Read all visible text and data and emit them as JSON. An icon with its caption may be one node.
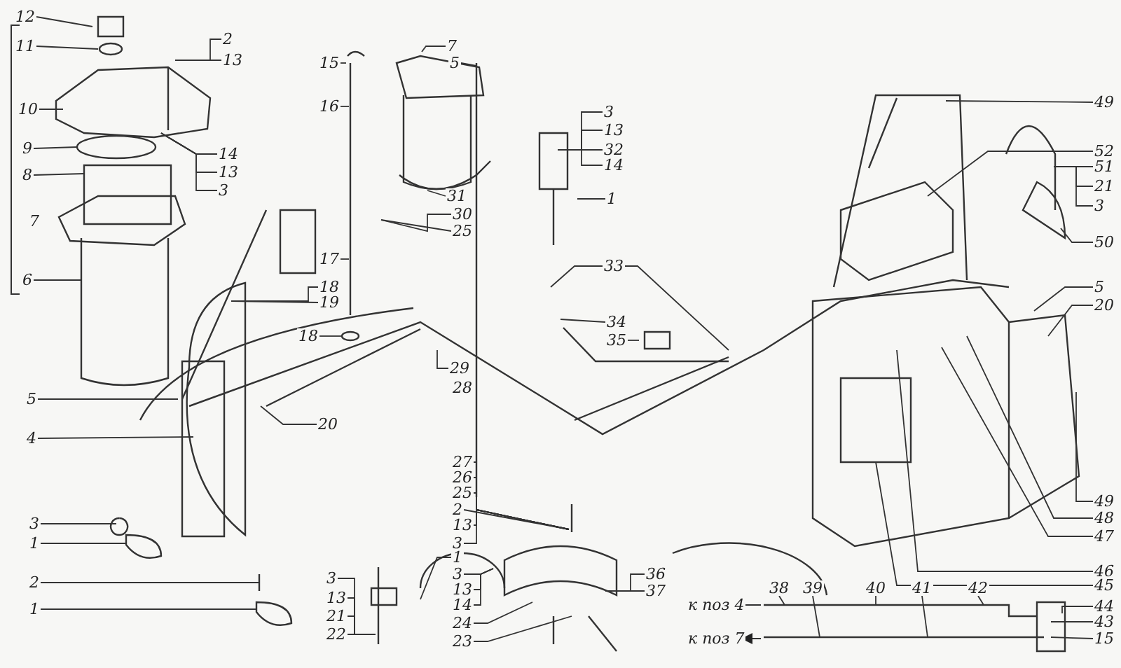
{
  "diagram": {
    "nodes": [
      {
        "text": [
          "12"
        ]
      },
      {
        "text": [
          "11"
        ]
      },
      {
        "text": [
          "10"
        ]
      },
      {
        "text": [
          "9"
        ]
      },
      {
        "text": [
          "8"
        ]
      },
      {
        "text": [
          "6"
        ]
      },
      {
        "text": [
          "2"
        ]
      },
      {
        "text": [
          "13"
        ]
      },
      {
        "text": [
          "14"
        ]
      },
      {
        "text": [
          "13"
        ]
      },
      {
        "text": [
          "3"
        ]
      },
      {
        "text": [
          "15"
        ]
      },
      {
        "text": [
          "16"
        ]
      },
      {
        "text": [
          "17"
        ]
      },
      {
        "text": [
          "18"
        ]
      },
      {
        "text": [
          "19"
        ]
      },
      {
        "text": [
          "18"
        ]
      },
      {
        "text": [
          "7"
        ]
      },
      {
        "text": [
          "5"
        ]
      },
      {
        "text": [
          "31"
        ]
      },
      {
        "text": [
          "30"
        ]
      },
      {
        "text": [
          "25"
        ]
      },
      {
        "text": [
          "3"
        ]
      },
      {
        "text": [
          "13"
        ]
      },
      {
        "text": [
          "32"
        ]
      },
      {
        "text": [
          "14"
        ]
      },
      {
        "text": [
          "1"
        ]
      },
      {
        "text": [
          "33"
        ]
      },
      {
        "text": [
          "34"
        ]
      },
      {
        "text": [
          "35"
        ]
      },
      {
        "text": [
          "20"
        ]
      },
      {
        "text": [
          "29"
        ]
      },
      {
        "text": [
          "5"
        ]
      },
      {
        "text": [
          "4"
        ]
      },
      {
        "text": [
          "3"
        ]
      },
      {
        "text": [
          "1"
        ]
      },
      {
        "text": [
          "2"
        ]
      },
      {
        "text": [
          "1"
        ]
      },
      {
        "text": [
          "3"
        ]
      },
      {
        "text": [
          "13"
        ]
      },
      {
        "text": [
          "21"
        ]
      },
      {
        "text": [
          "22"
        ]
      },
      {
        "text": [
          "27"
        ]
      },
      {
        "text": [
          "26"
        ]
      },
      {
        "text": [
          "25"
        ]
      },
      {
        "text": [
          "2"
        ]
      },
      {
        "text": [
          "13"
        ]
      },
      {
        "text": [
          "3"
        ]
      },
      {
        "text": [
          "1"
        ]
      },
      {
        "text": [
          "3"
        ]
      },
      {
        "text": [
          "13"
        ]
      },
      {
        "text": [
          "14"
        ]
      },
      {
        "text": [
          "24"
        ]
      },
      {
        "text": [
          "23"
        ]
      },
      {
        "text": [
          "36"
        ]
      },
      {
        "text": [
          "37"
        ]
      },
      {
        "text": [
          "49"
        ]
      },
      {
        "text": [
          "52"
        ]
      },
      {
        "text": [
          "51"
        ]
      },
      {
        "text": [
          "21"
        ]
      },
      {
        "text": [
          "3"
        ]
      },
      {
        "text": [
          "50"
        ]
      },
      {
        "text": [
          "5"
        ]
      },
      {
        "text": [
          "20"
        ]
      },
      {
        "text": [
          "49"
        ]
      },
      {
        "text": [
          "48"
        ]
      },
      {
        "text": [
          "47"
        ]
      },
      {
        "text": [
          "46"
        ]
      },
      {
        "text": [
          "45"
        ]
      },
      {
        "text": [
          "38"
        ]
      },
      {
        "text": [
          "39"
        ]
      },
      {
        "text": [
          "40"
        ]
      },
      {
        "text": [
          "41"
        ]
      },
      {
        "text": [
          "42"
        ]
      },
      {
        "text": [
          "44"
        ]
      },
      {
        "text": [
          "43"
        ]
      },
      {
        "text": [
          "15"
        ]
      },
      {
        "text": [
          "28"
        ]
      }
    ],
    "edges": [
      {
        "from": 0,
        "to": null,
        "arrow": "none"
      },
      {
        "from": 1,
        "to": null,
        "arrow": "none"
      },
      {
        "from": 2,
        "to": null,
        "arrow": "none"
      },
      {
        "from": 3,
        "to": null,
        "arrow": "none"
      },
      {
        "from": 4,
        "to": null,
        "arrow": "none"
      },
      {
        "from": 5,
        "to": null,
        "arrow": "none"
      },
      {
        "from": 6,
        "to": null,
        "arrow": "none"
      },
      {
        "from": 7,
        "to": null,
        "arrow": "none"
      },
      {
        "from": 8,
        "to": null,
        "arrow": "none"
      },
      {
        "from": 9,
        "to": null,
        "arrow": "none"
      },
      {
        "from": 10,
        "to": null,
        "arrow": "none"
      },
      {
        "from": 11,
        "to": null,
        "arrow": "none"
      },
      {
        "from": 12,
        "to": null,
        "arrow": "none"
      },
      {
        "from": 13,
        "to": null,
        "arrow": "none"
      },
      {
        "from": 14,
        "to": null,
        "arrow": "none"
      },
      {
        "from": 15,
        "to": null,
        "arrow": "none"
      },
      {
        "from": 16,
        "to": null,
        "arrow": "none"
      },
      {
        "from": 17,
        "to": null,
        "arrow": "none"
      },
      {
        "from": 18,
        "to": null,
        "arrow": "none"
      },
      {
        "from": 19,
        "to": null,
        "arrow": "none"
      },
      {
        "from": 20,
        "to": null,
        "arrow": "none"
      },
      {
        "from": 21,
        "to": null,
        "arrow": "none"
      },
      {
        "from": 22,
        "to": null,
        "arrow": "none"
      },
      {
        "from": 23,
        "to": null,
        "arrow": "none"
      },
      {
        "from": 24,
        "to": null,
        "arrow": "none"
      },
      {
        "from": 25,
        "to": null,
        "arrow": "none"
      },
      {
        "from": 26,
        "to": null,
        "arrow": "none"
      },
      {
        "from": 27,
        "to": null,
        "arrow": "none"
      },
      {
        "from": 27,
        "to": null,
        "arrow": "none"
      },
      {
        "from": 28,
        "to": null,
        "arrow": "none"
      },
      {
        "from": 29,
        "to": null,
        "arrow": "none"
      },
      {
        "from": 30,
        "to": null,
        "arrow": "none"
      },
      {
        "from": 31,
        "to": null,
        "arrow": "none"
      },
      {
        "from": 32,
        "to": null,
        "arrow": "none"
      },
      {
        "from": 33,
        "to": null,
        "arrow": "none"
      },
      {
        "from": 34,
        "to": null,
        "arrow": "none"
      },
      {
        "from": 35,
        "to": null,
        "arrow": "none"
      },
      {
        "from": 36,
        "to": null,
        "arrow": "none"
      },
      {
        "from": 37,
        "to": null,
        "arrow": "none"
      },
      {
        "from": 38,
        "to": null,
        "arrow": "none"
      },
      {
        "from": 39,
        "to": null,
        "arrow": "none"
      },
      {
        "from": 40,
        "to": null,
        "arrow": "none"
      },
      {
        "from": 41,
        "to": null,
        "arrow": "none"
      },
      {
        "from": 42,
        "to": null,
        "arrow": "none"
      },
      {
        "from": 43,
        "to": null,
        "arrow": "none"
      },
      {
        "from": 44,
        "to": null,
        "arrow": "none"
      },
      {
        "from": 45,
        "to": null,
        "arrow": "none"
      },
      {
        "from": 46,
        "to": null,
        "arrow": "none"
      },
      {
        "from": 47,
        "to": null,
        "arrow": "none"
      },
      {
        "from": 48,
        "to": null,
        "arrow": "none"
      },
      {
        "from": 49,
        "to": null,
        "arrow": "none"
      },
      {
        "from": 50,
        "to": null,
        "arrow": "none"
      },
      {
        "from": 51,
        "to": null,
        "arrow": "none"
      },
      {
        "from": 52,
        "to": null,
        "arrow": "none"
      },
      {
        "from": 53,
        "to": null,
        "arrow": "none"
      },
      {
        "from": 54,
        "to": null,
        "arrow": "none"
      },
      {
        "from": 55,
        "to": null,
        "arrow": "none"
      },
      {
        "from": 56,
        "to": null,
        "arrow": "none"
      },
      {
        "from": 57,
        "to": null,
        "arrow": "none"
      },
      {
        "from": 58,
        "to": null,
        "arrow": "none"
      },
      {
        "from": 59,
        "to": null,
        "arrow": "none"
      },
      {
        "from": 60,
        "to": null,
        "arrow": "none"
      },
      {
        "from": 61,
        "to": null,
        "arrow": "none"
      },
      {
        "from": 62,
        "to": null,
        "arrow": "none"
      },
      {
        "from": 63,
        "to": null,
        "arrow": "none"
      },
      {
        "from": 64,
        "to": null,
        "arrow": "none"
      },
      {
        "from": 65,
        "to": null,
        "arrow": "none"
      },
      {
        "from": 66,
        "to": null,
        "arrow": "none"
      },
      {
        "from": 67,
        "to": null,
        "arrow": "none"
      },
      {
        "from": 68,
        "to": null,
        "arrow": "none"
      },
      {
        "from": 69,
        "to": null,
        "arrow": "none"
      },
      {
        "from": 70,
        "to": null,
        "arrow": "none"
      },
      {
        "from": 71,
        "to": null,
        "arrow": "none"
      },
      {
        "from": 72,
        "to": null,
        "arrow": "none"
      },
      {
        "from": 73,
        "to": null,
        "arrow": "none"
      },
      {
        "from": 74,
        "to": null,
        "arrow": "none"
      },
      {
        "from": 75,
        "to": null,
        "arrow": "none"
      },
      {
        "from": 76,
        "to": null,
        "arrow": "none"
      }
    ],
    "labels": [
      "7",
      "к поз 4",
      "к поз 7"
    ]
  }
}
